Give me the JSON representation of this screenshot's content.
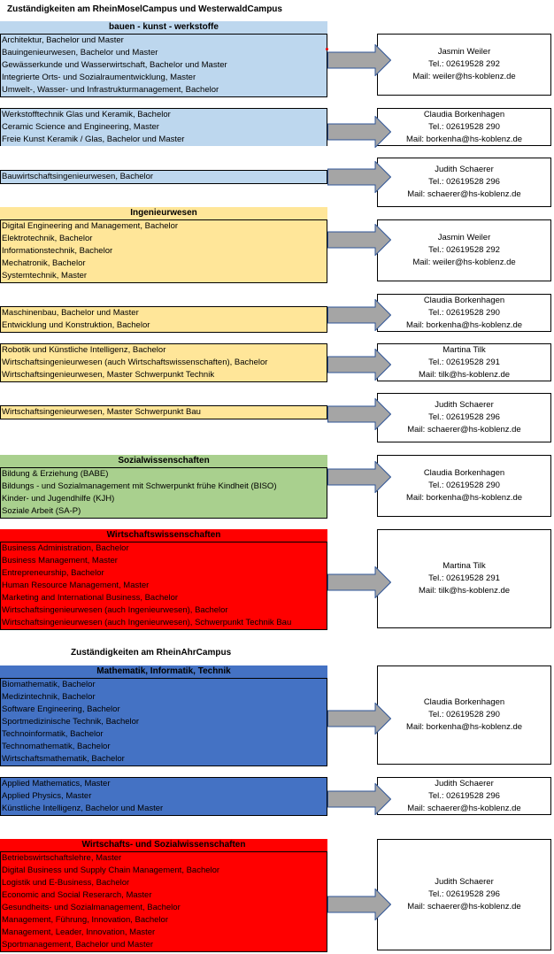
{
  "sections": [
    {
      "title": "Zuständigkeiten am RheinMoselCampus und WesterwaldCampus"
    },
    {
      "title": "Zuständigkeiten am RheinAhrCampus"
    }
  ],
  "headers": {
    "bkw": "bauen - kunst - werkstoffe",
    "ing": "Ingenieurwesen",
    "soz": "Sozialwissenschaften",
    "wiwi": "Wirtschaftswissenschaften",
    "mit": "Mathematik, Informatik, Technik",
    "wiso": "Wirtschafts- und Sozialwissenschaften"
  },
  "groups": [
    {
      "items": [
        "Architektur, Bachelor und Master",
        "Bauingenieurwesen, Bachelor und Master",
        "Gewässerkunde und Wasserwirtschaft, Bachelor und Master",
        "Integrierte Orts- und Sozialraumentwicklung, Master",
        "Umwelt-, Wasser- und Infrastrukturmanagement, Bachelor"
      ]
    },
    {
      "items": [
        "Werkstofftechnik Glas und Keramik, Bachelor",
        "Ceramic Science and Engineering, Master",
        "Freie Kunst Keramik / Glas, Bachelor und Master"
      ]
    },
    {
      "items": [
        "Bauwirtschaftsingenieurwesen, Bachelor"
      ]
    },
    {
      "items": [
        "Digital Engineering and Management, Bachelor",
        "Elektrotechnik, Bachelor",
        "Informationstechnik, Bachelor",
        "Mechatronik, Bachelor",
        "Systemtechnik, Master"
      ]
    },
    {
      "items": [
        "Maschinenbau, Bachelor und Master",
        "Entwicklung und Konstruktion, Bachelor"
      ]
    },
    {
      "items": [
        "Robotik und Künstliche Intelligenz, Bachelor",
        "Wirtschaftsingenieurwesen (auch Wirtschaftswissenschaften), Bachelor",
        "Wirtschaftsingenieurwesen, Master Schwerpunkt Technik"
      ]
    },
    {
      "items": [
        "Wirtschaftsingenieurwesen, Master Schwerpunkt Bau"
      ]
    },
    {
      "items": [
        "Bildung & Erziehung (BABE)",
        "Bildungs - und Sozialmanagement mit Schwerpunkt frühe Kindheit (BISO)",
        "Kinder- und Jugendhilfe (KJH)",
        "Soziale Arbeit (SA-P)"
      ]
    },
    {
      "items": [
        "Business Administration, Bachelor",
        "Business Management, Master",
        "Entrepreneurship, Bachelor",
        "Human Resource Management, Master",
        "Marketing and International Business, Bachelor",
        "Wirtschaftsingenieurwesen (auch Ingenieurwesen), Bachelor",
        "Wirtschaftsingenieurwesen (auch Ingenieurwesen), Schwerpunkt Technik Bau"
      ]
    },
    {
      "items": [
        "Biomathematik, Bachelor",
        "Medizintechnik, Bachelor",
        "Software Engineering, Bachelor",
        "Sportmedizinische Technik, Bachelor",
        "Technoinformatik, Bachelor",
        "Technomathematik, Bachelor",
        "Wirtschaftsmathematik, Bachelor"
      ]
    },
    {
      "items": [
        "Applied Mathematics, Master",
        "Applied Physics, Master",
        "Künstliche Intelligenz, Bachelor und Master"
      ]
    },
    {
      "items": [
        "Betriebswirtschaftslehre, Master",
        "Digital  Business und Supply Chain Management, Bachelor",
        "Logistik und E-Business, Bachelor",
        "Economic and Social Reserarch, Master",
        "Gesundheits- und Sozialmanagement, Bachelor",
        "Management, Führung, Innovation, Bachelor",
        "Management, Leader, Innovation, Master",
        "Sportmanagement, Bachelor und Master"
      ]
    }
  ],
  "contacts": [
    {
      "name": "Jasmin Weiler",
      "tel": "Tel.: 02619528 292",
      "mail": "Mail: weiler@hs-koblenz.de"
    },
    {
      "name": "Claudia Borkenhagen",
      "tel": "Tel.: 02619528 290",
      "mail": "Mail: borkenha@hs-koblenz.de"
    },
    {
      "name": "Judith Schaerer",
      "tel": "Tel.: 02619528 296",
      "mail": "Mail: schaerer@hs-koblenz.de"
    },
    {
      "name": "Jasmin Weiler",
      "tel": "Tel.: 02619528 292",
      "mail": "Mail: weiler@hs-koblenz.de"
    },
    {
      "name": "Claudia Borkenhagen",
      "tel": "Tel.: 02619528 290",
      "mail": "Mail: borkenha@hs-koblenz.de"
    },
    {
      "name": "Martina Tilk",
      "tel": "Tel.: 02619528 291",
      "mail": "Mail: tilk@hs-koblenz.de"
    },
    {
      "name": "Judith Schaerer",
      "tel": "Tel.: 02619528 296",
      "mail": "Mail: schaerer@hs-koblenz.de"
    },
    {
      "name": "Claudia Borkenhagen",
      "tel": "Tel.: 02619528 290",
      "mail": "Mail: borkenha@hs-koblenz.de"
    },
    {
      "name": "Martina Tilk",
      "tel": "Tel.: 02619528 291",
      "mail": "Mail: tilk@hs-koblenz.de"
    },
    {
      "name": "Claudia Borkenhagen",
      "tel": "Tel.: 02619528 290",
      "mail": "Mail: borkenha@hs-koblenz.de"
    },
    {
      "name": "Judith Schaerer",
      "tel": "Tel.: 02619528 296",
      "mail": "Mail: schaerer@hs-koblenz.de"
    },
    {
      "name": "Judith Schaerer",
      "tel": "Tel.: 02619528 296",
      "mail": "Mail: schaerer@hs-koblenz.de"
    }
  ],
  "colors": {
    "bauen_kunst_werkstoffe": "#bdd7ee",
    "ingenieurwesen": "#ffe699",
    "sozialwissenschaften": "#a9d08e",
    "wirtschaftswissenschaften": "#ff0000",
    "mathematik_informatik_technik": "#4472c4",
    "arrow_fill": "#a5a5a5",
    "arrow_stroke": "#2f5597"
  }
}
